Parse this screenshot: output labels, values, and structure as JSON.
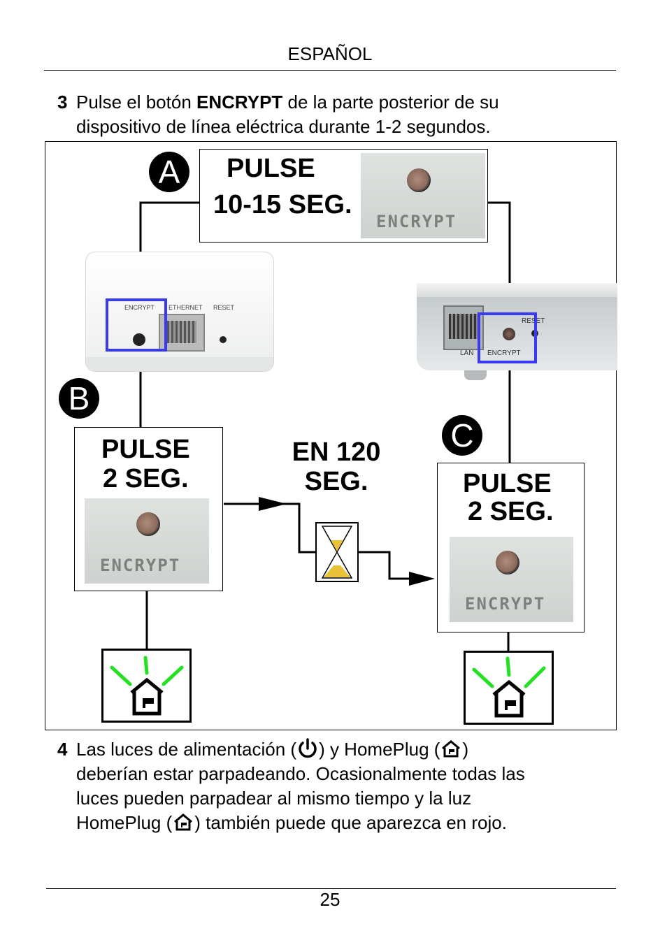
{
  "header": "ESPAÑOL",
  "step3": {
    "number": "3",
    "line1_pre": "Pulse el botón ",
    "line1_bold": "ENCRYPT",
    "line1_post": " de la parte posterior de su",
    "line2": "dispositivo de línea eléctrica durante 1-2 segundos."
  },
  "figure": {
    "badge_a": "A",
    "badge_b": "B",
    "badge_c": "C",
    "box_a_line1": "PULSE",
    "box_a_line2": "10-15 SEG.",
    "box_b_line1": "PULSE",
    "box_b_line2": "2 SEG.",
    "box_c_line1": "PULSE",
    "box_c_line2": "2 SEG.",
    "wait_line1": "EN 120",
    "wait_line2": "SEG.",
    "encrypt_label": "ENCRYPT",
    "dev1_labels": [
      "ENCRYPT",
      "ETHERNET",
      "RESET"
    ],
    "dev2_labels": [
      "LAN",
      "ENCRYPT",
      "RESET"
    ],
    "icons": [
      "homeplug-led-icon",
      "hourglass-icon",
      "power-icon"
    ]
  },
  "step4": {
    "number": "4",
    "line1_a": "Las luces de alimentación (",
    "line1_b": ") y HomePlug (",
    "line1_c": ")",
    "line2": "deberían estar parpadeando. Ocasionalmente todas las",
    "line3": "luces pueden parpadear al mismo tiempo y la luz",
    "line4_a": "HomePlug (",
    "line4_b": ") también puede que aparezca en rojo."
  },
  "page_number": "25",
  "colors": {
    "highlight": "#3a3af0",
    "led_green": "#22e022",
    "hourglass_sand": "#e9c23a"
  }
}
